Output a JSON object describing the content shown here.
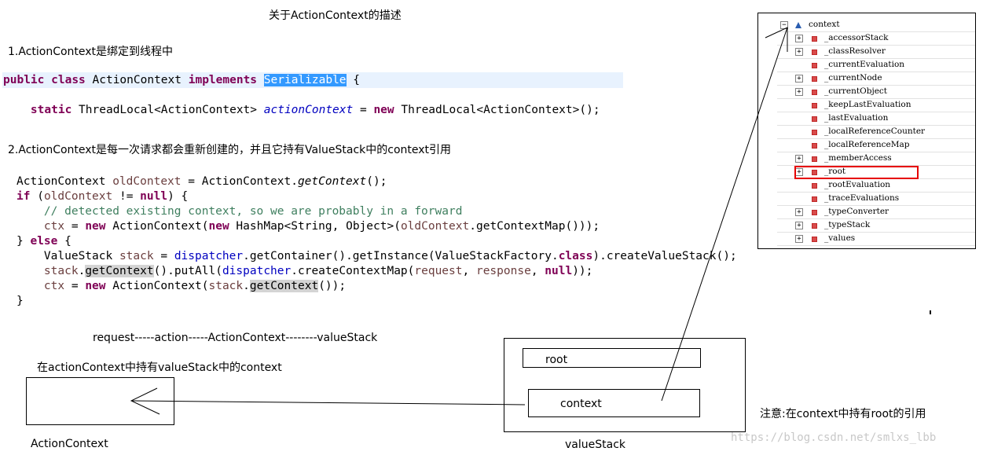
{
  "title": "关于ActionContext的描述",
  "section1": {
    "heading": "1.ActionContext是绑定到线程中"
  },
  "section2": {
    "heading": "2.ActionContext是每一次请求都会重新创建的，并且它持有ValueStack中的context引用"
  },
  "code1": {
    "line1": {
      "public": "public",
      "sp1": " ",
      "class": "class",
      "name": " ActionContext ",
      "implements": "implements",
      "sp2": " ",
      "serializable": "Serializable",
      "brace": " {"
    },
    "line2": {
      "indent": "    ",
      "static": "static",
      "type": " ThreadLocal<ActionContext> ",
      "field": "actionContext",
      "eq": " = ",
      "new": "new",
      "rest": " ThreadLocal<ActionContext>();"
    }
  },
  "code2": {
    "l1": {
      "a": "ActionContext ",
      "b": "oldContext",
      "c": " = ActionContext.",
      "d": "getContext",
      "e": "();"
    },
    "l2": {
      "a": "if",
      "b": " (",
      "c": "oldContext",
      "d": " != ",
      "e": "null",
      "f": ") {"
    },
    "l3": {
      "a": "    ",
      "b": "// detected existing context, so we are probably in a forward"
    },
    "l4": {
      "a": "    ",
      "b": "ctx",
      "c": " = ",
      "d": "new",
      "e": " ActionContext(",
      "f": "new",
      "g": " HashMap<String, Object>(",
      "h": "oldContext",
      "i": ".getContextMap()));"
    },
    "l5": {
      "a": "} ",
      "b": "else",
      "c": " {"
    },
    "l6": {
      "a": "    ValueStack ",
      "b": "stack",
      "c": " = ",
      "d": "dispatcher",
      "e": ".getContainer().getInstance(ValueStackFactory.",
      "f": "class",
      "g": ").createValueStack();"
    },
    "l7": {
      "a": "    ",
      "b": "stack",
      "c": ".",
      "d": "getContext",
      "e": "().putAll(",
      "f": "dispatcher",
      "g": ".createContextMap(",
      "h": "request",
      "i": ", ",
      "j": "response",
      "k": ", ",
      "l": "null",
      "m": "));"
    },
    "l8": {
      "a": "    ",
      "b": "ctx",
      "c": " = ",
      "d": "new",
      "e": " ActionContext(",
      "f": "stack",
      "g": ".",
      "h": "getContext",
      "i": "());"
    },
    "l9": {
      "a": "}"
    }
  },
  "flow_label": "request-----action-----ActionContext--------valueStack",
  "hold_label": "在actionContext中持有valueStack中的context",
  "action_context_label": "ActionContext",
  "value_stack": {
    "label": "valueStack",
    "root": "root",
    "context": "context"
  },
  "note": "注意:在context中持有root的引用",
  "watermark": "https://blog.csdn.net/smlxs_lbb",
  "tree": {
    "root": {
      "toggle": "−",
      "label": "context"
    },
    "items": [
      {
        "toggle": "+",
        "label": "_accessorStack"
      },
      {
        "toggle": "+",
        "label": "_classResolver"
      },
      {
        "toggle": "",
        "label": "_currentEvaluation"
      },
      {
        "toggle": "+",
        "label": "_currentNode"
      },
      {
        "toggle": "+",
        "label": "_currentObject"
      },
      {
        "toggle": "",
        "label": "_keepLastEvaluation"
      },
      {
        "toggle": "",
        "label": "_lastEvaluation"
      },
      {
        "toggle": "",
        "label": "_localReferenceCounter"
      },
      {
        "toggle": "",
        "label": "_localReferenceMap"
      },
      {
        "toggle": "+",
        "label": "_memberAccess"
      },
      {
        "toggle": "+",
        "label": "_root"
      },
      {
        "toggle": "",
        "label": "_rootEvaluation"
      },
      {
        "toggle": "",
        "label": "_traceEvaluations"
      },
      {
        "toggle": "+",
        "label": "_typeConverter"
      },
      {
        "toggle": "+",
        "label": "_typeStack"
      },
      {
        "toggle": "+",
        "label": "_values"
      }
    ],
    "highlighted_item": "_root",
    "highlight_color": "#e60000"
  },
  "colors": {
    "keyword": "#7f0055",
    "field": "#0000c0",
    "comment": "#3f7f5f",
    "local_var": "#6a3e3e",
    "selection": "#3399ff",
    "line_highlight": "#e8f2fe"
  }
}
